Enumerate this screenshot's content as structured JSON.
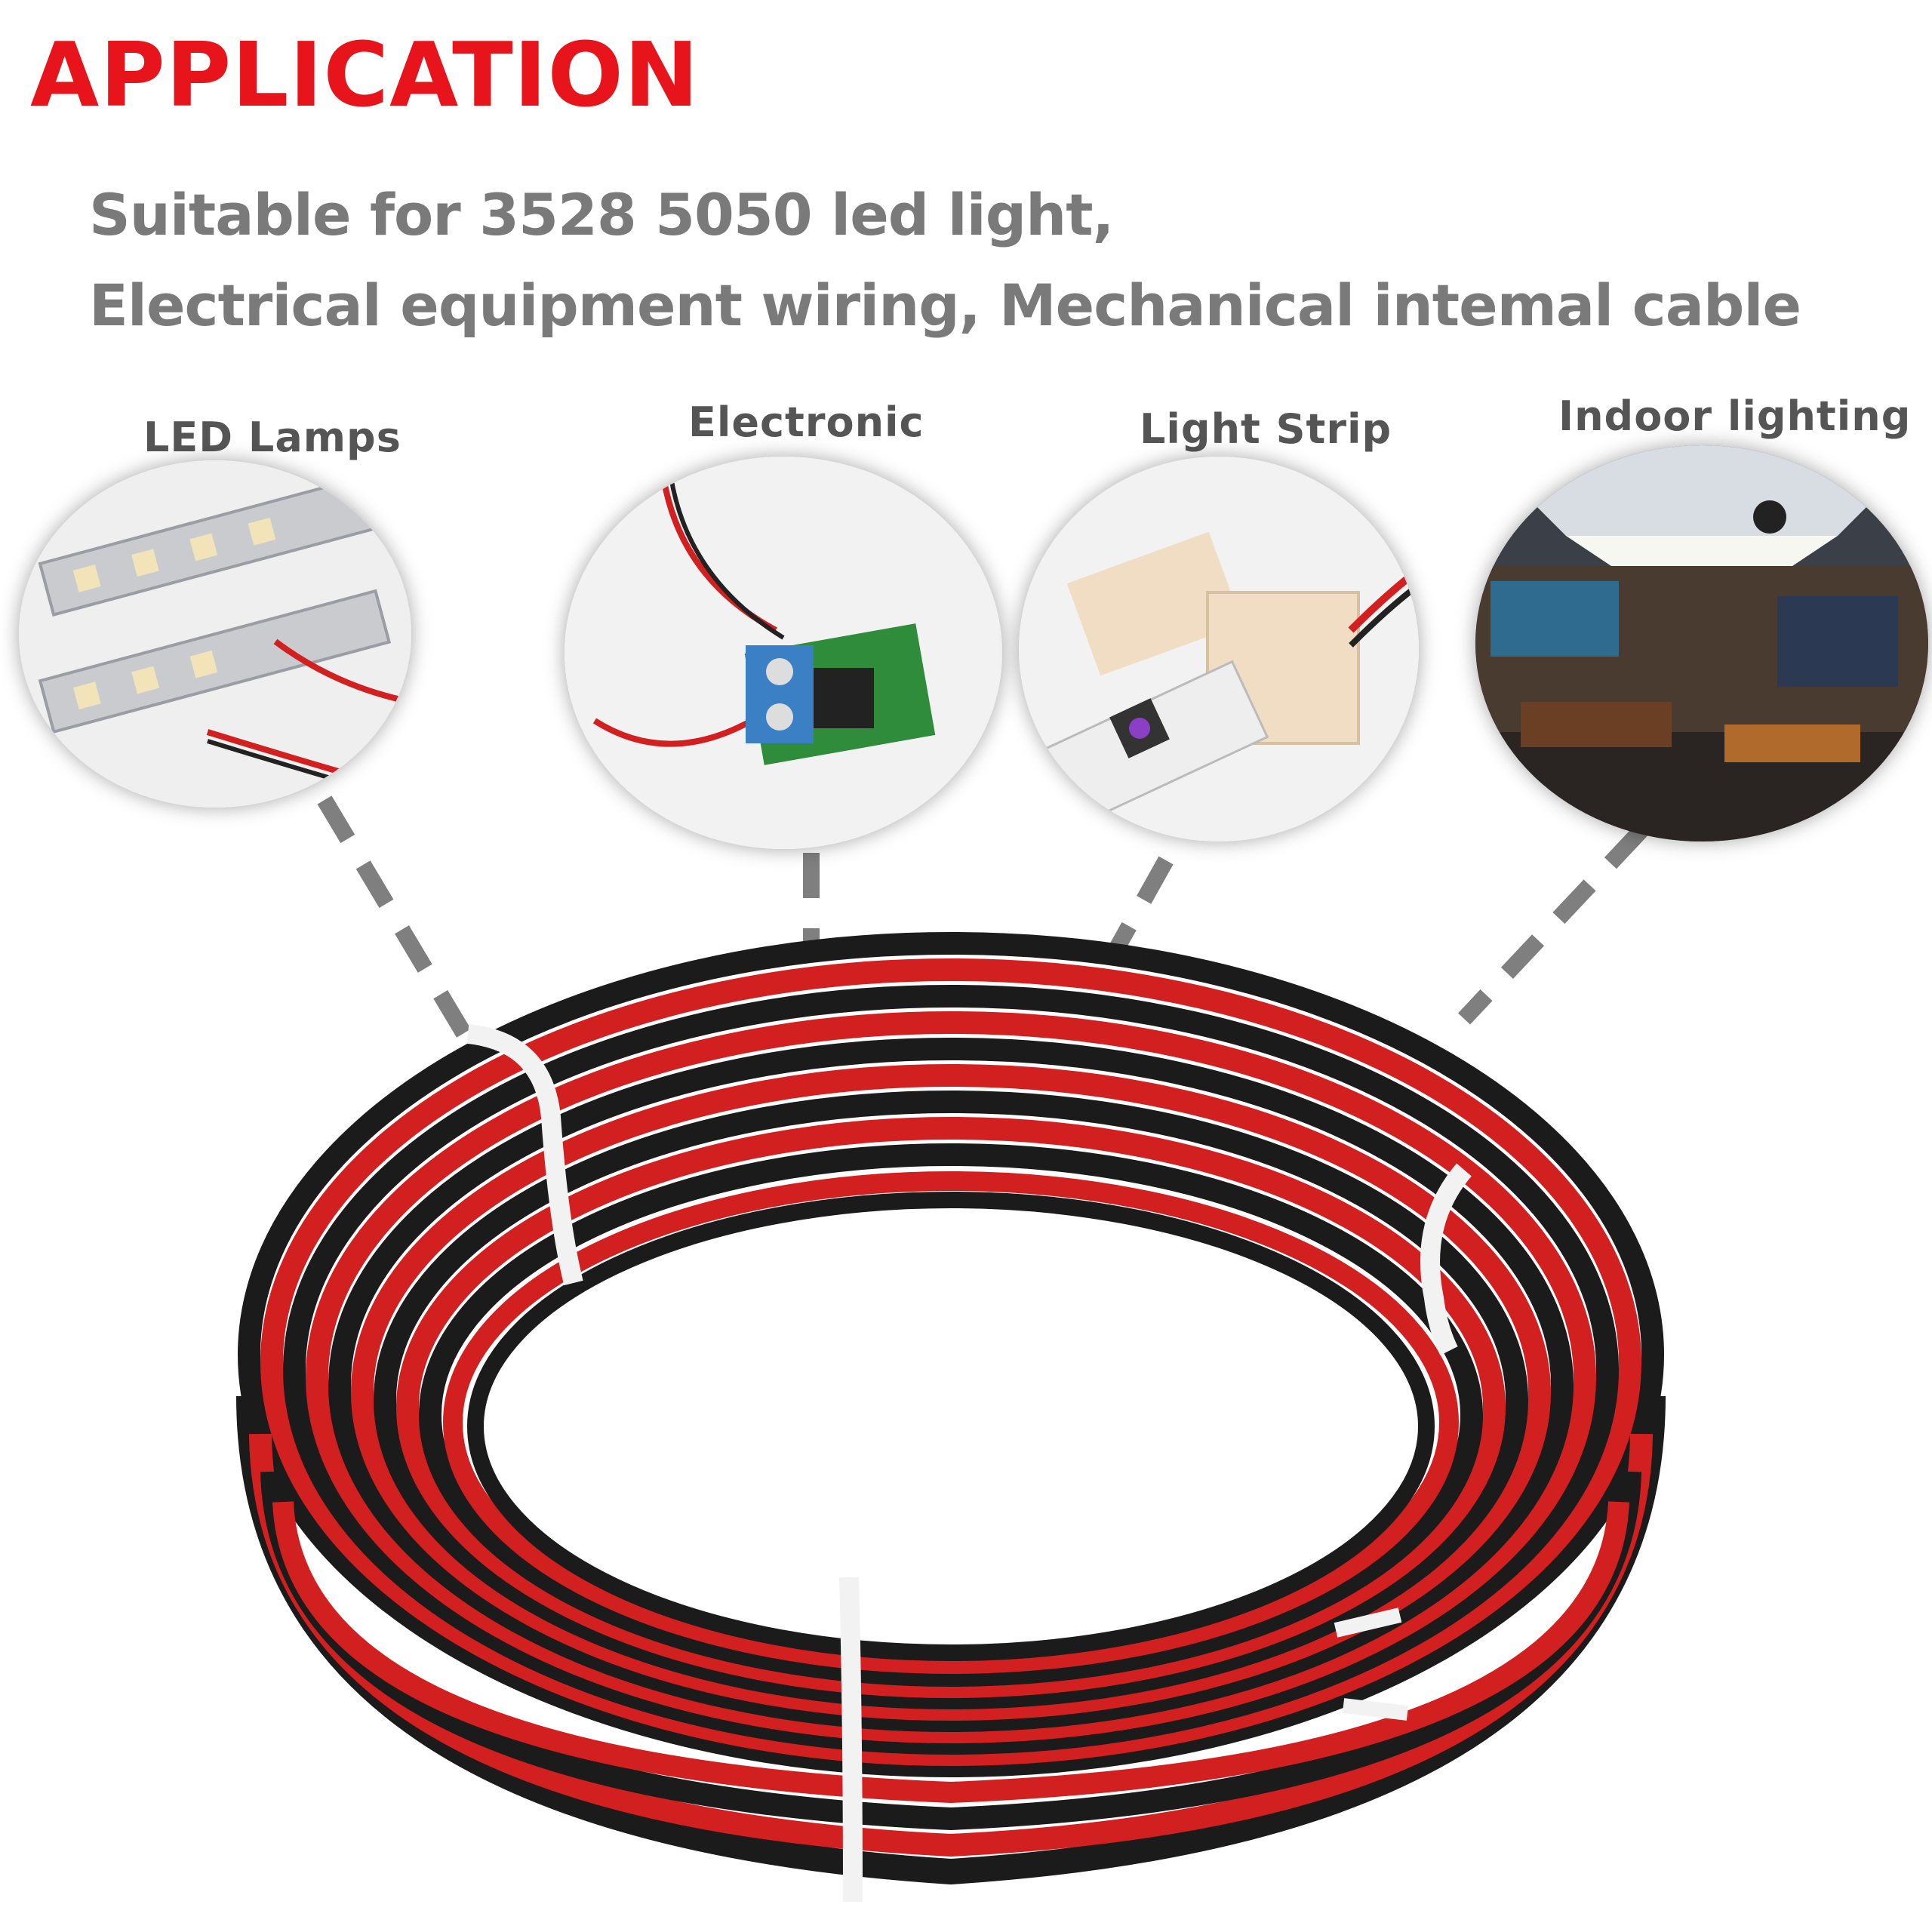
{
  "header": {
    "title": "APPLICATION",
    "subtitle_line1": "Suitable for 3528 5050 led light,",
    "subtitle_line2": "Electrical equipment wiring, Mechanical intemal cable"
  },
  "applications": [
    {
      "label": "LED Lamps",
      "icon": "led-lamp-photo"
    },
    {
      "label": "Electronic",
      "icon": "circuit-board-photo"
    },
    {
      "label": "Light Strip",
      "icon": "strip-connector-photo"
    },
    {
      "label": "Indoor lighting",
      "icon": "indoor-room-photo"
    }
  ],
  "colors": {
    "title": "#e8141c",
    "subtitle": "#7a7a7a",
    "label": "#555555",
    "wire_red": "#d21f1f",
    "wire_black": "#1b1b1b",
    "connector_dash": "#7f7f7f"
  }
}
